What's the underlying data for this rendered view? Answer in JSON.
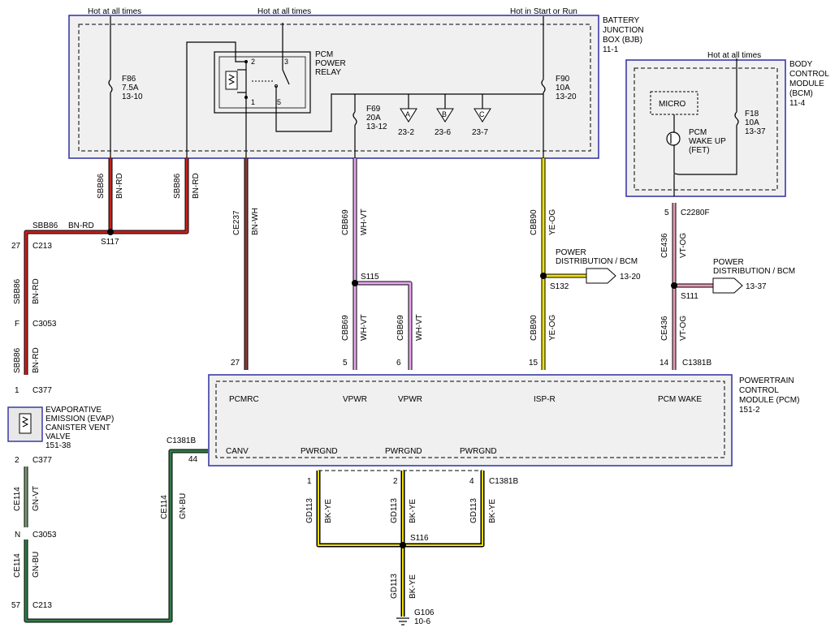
{
  "colors": {
    "bn_rd": "#c8201e",
    "bn_wh": "#8c3a3a",
    "wh_vt": "#e9a8f0",
    "ye_og": "#f2e000",
    "vt_og": "#e99ab8",
    "gn_vt": "#7a9a72",
    "gn_bu": "#2e7d46",
    "bk_ye": "#f2e000",
    "module_border": "#3a3aa8",
    "module_fill": "#f0f0f0"
  },
  "top_labels": {
    "hot_at_all_times_1": "Hot at all times",
    "hot_at_all_times_2": "Hot at all times",
    "hot_in_start_or_run": "Hot in Start or Run",
    "hot_at_all_times_bcm": "Hot at all times"
  },
  "bjb": {
    "name_lines": [
      "BATTERY",
      "JUNCTION",
      "BOX (BJB)",
      "11-1"
    ],
    "relay": {
      "name_lines": [
        "PCM",
        "POWER",
        "RELAY"
      ],
      "pins": [
        "2",
        "3",
        "1",
        "5"
      ]
    },
    "fuses": [
      {
        "name": "F86",
        "rating": "7.5A",
        "ref": "13-10"
      },
      {
        "name": "F69",
        "rating": "20A",
        "ref": "13-12"
      },
      {
        "name": "F90",
        "rating": "10A",
        "ref": "13-20"
      }
    ],
    "branches": [
      {
        "letter": "A",
        "ref": "23-2"
      },
      {
        "letter": "B",
        "ref": "23-6"
      },
      {
        "letter": "C",
        "ref": "23-7"
      }
    ]
  },
  "bcm": {
    "name_lines": [
      "BODY",
      "CONTROL",
      "MODULE",
      "(BCM)",
      "11-4"
    ],
    "micro": "MICRO",
    "fet_lines": [
      "PCM",
      "WAKE UP",
      "(FET)"
    ],
    "fuse": {
      "name": "F18",
      "rating": "10A",
      "ref": "13-37"
    }
  },
  "pcm": {
    "name_lines": [
      "POWERTRAIN",
      "CONTROL",
      "MODULE (PCM)",
      "151-2"
    ],
    "pins_top": [
      "PCMRC",
      "VPWR",
      "VPWR",
      "ISP-R",
      "PCM WAKE"
    ],
    "pin_canv": "CANV",
    "pins_bottom": [
      "PWRGND",
      "PWRGND",
      "PWRGND"
    ]
  },
  "evap": {
    "name_lines": [
      "EVAPORATIVE",
      "EMISSION (EVAP)",
      "CANISTER VENT",
      "VALVE",
      "151-38"
    ]
  },
  "wire_labels": {
    "sbb86": "SBB86",
    "bn_rd": "BN-RD",
    "ce237": "CE237",
    "bn_wh": "BN-WH",
    "cbb69": "CBB69",
    "wh_vt": "WH-VT",
    "cbb90": "CBB90",
    "ye_og": "YE-OG",
    "ce436": "CE436",
    "vt_og": "VT-OG",
    "ce114": "CE114",
    "gn_vt": "GN-VT",
    "gn_bu": "GN-BU",
    "gd113": "GD113",
    "bk_ye": "BK-YE"
  },
  "splices": {
    "s117": "S117",
    "s115": "S115",
    "s132": "S132",
    "s111": "S111",
    "s116": "S116"
  },
  "power_distribution": [
    {
      "label": "POWER",
      "label2": "DISTRIBUTION / BCM",
      "ref": "13-20"
    },
    {
      "label": "POWER",
      "label2": "DISTRIBUTION / BCM",
      "ref": "13-37"
    }
  ],
  "connectors": {
    "c213": "C213",
    "c3053": "C3053",
    "c377": "C377",
    "c1381b": "C1381B",
    "c2280f": "C2280F"
  },
  "pin_numbers": {
    "p27_left": "27",
    "pF": "F",
    "p1_left": "1",
    "p2_left": "2",
    "pN": "N",
    "p57": "57",
    "p44": "44",
    "p27": "27",
    "p5": "5",
    "p6": "6",
    "p15": "15",
    "p14": "14",
    "p5_bcm": "5",
    "g1": "1",
    "g2": "2",
    "g4": "4"
  },
  "ground": {
    "name": "G106",
    "ref": "10-6"
  }
}
